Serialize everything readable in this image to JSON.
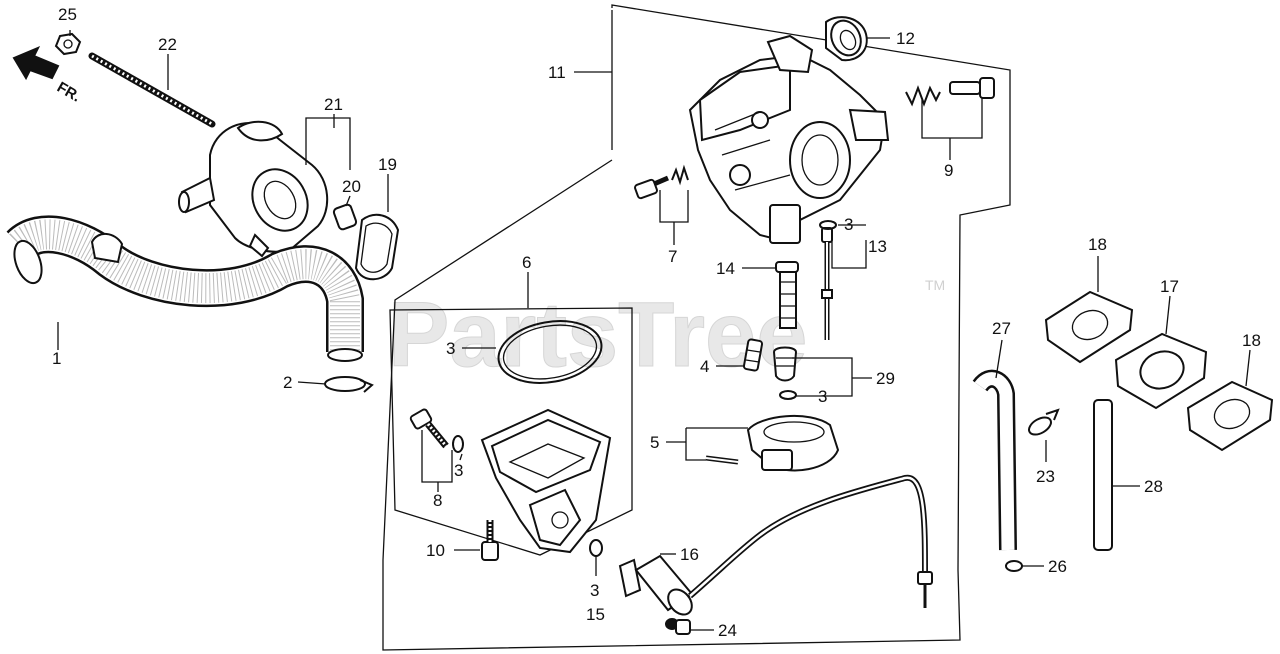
{
  "watermark": {
    "text": "PartsTree",
    "tm": "TM"
  },
  "direction": {
    "label": "FR."
  },
  "callouts": [
    {
      "id": "c1",
      "text": "1"
    },
    {
      "id": "c2",
      "text": "2"
    },
    {
      "id": "c3a",
      "text": "3"
    },
    {
      "id": "c3b",
      "text": "3"
    },
    {
      "id": "c3c",
      "text": "3"
    },
    {
      "id": "c3d",
      "text": "3"
    },
    {
      "id": "c3e",
      "text": "3"
    },
    {
      "id": "c4",
      "text": "4"
    },
    {
      "id": "c5",
      "text": "5"
    },
    {
      "id": "c6",
      "text": "6"
    },
    {
      "id": "c7",
      "text": "7"
    },
    {
      "id": "c8a",
      "text": "8"
    },
    {
      "id": "c8b",
      "text": "8"
    },
    {
      "id": "c9",
      "text": "9"
    },
    {
      "id": "c10",
      "text": "10"
    },
    {
      "id": "c11",
      "text": "11"
    },
    {
      "id": "c12",
      "text": "12"
    },
    {
      "id": "c13",
      "text": "13"
    },
    {
      "id": "c14",
      "text": "14"
    },
    {
      "id": "c15",
      "text": "15"
    },
    {
      "id": "c16",
      "text": "16"
    },
    {
      "id": "c17",
      "text": "17"
    },
    {
      "id": "c18a",
      "text": "18"
    },
    {
      "id": "c18b",
      "text": "18"
    },
    {
      "id": "c19",
      "text": "19"
    },
    {
      "id": "c20",
      "text": "20"
    },
    {
      "id": "c21",
      "text": "21"
    },
    {
      "id": "c22",
      "text": "22"
    },
    {
      "id": "c23",
      "text": "23"
    },
    {
      "id": "c24",
      "text": "24"
    },
    {
      "id": "c25",
      "text": "25"
    },
    {
      "id": "c26",
      "text": "26"
    },
    {
      "id": "c27",
      "text": "27"
    },
    {
      "id": "c28",
      "text": "28"
    },
    {
      "id": "c29",
      "text": "29"
    },
    {
      "id": "c3f",
      "text": "3"
    }
  ]
}
